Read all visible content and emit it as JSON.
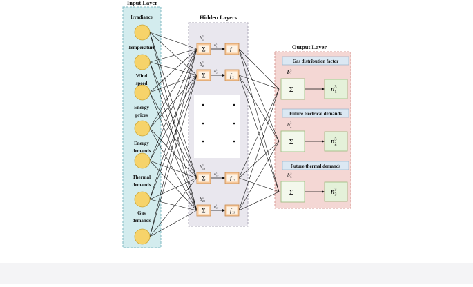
{
  "input_layer": {
    "title": "Input Layer",
    "labels": [
      "Irradiance",
      "Temperature",
      "Wind",
      "speed",
      "Energy",
      "prices",
      "Energy",
      "demands",
      "Thermal",
      "demands",
      "Gas",
      "demands"
    ]
  },
  "hidden_layers": {
    "title": "Hidden Layers",
    "neurons": [
      {
        "bias": "b",
        "bias_sup": "1",
        "bias_sub": "1",
        "sum": "Σ",
        "n": "n",
        "n_sup": "1",
        "n_sub": "1",
        "f": "f",
        "f_sub": "1"
      },
      {
        "bias": "b",
        "bias_sup": "1",
        "bias_sub": "2",
        "sum": "Σ",
        "n": "n",
        "n_sup": "1",
        "n_sub": "2",
        "f": "f",
        "f_sub": "2"
      },
      {
        "bias": "b",
        "bias_sup": "1",
        "bias_sub": "19",
        "sum": "Σ",
        "n": "n",
        "n_sup": "1",
        "n_sub": "19",
        "f": "f",
        "f_sub": "19"
      },
      {
        "bias": "b",
        "bias_sup": "1",
        "bias_sub": "20",
        "sum": "Σ",
        "n": "n",
        "n_sup": "1",
        "n_sub": "20",
        "f": "f",
        "f_sub": "20"
      }
    ]
  },
  "output_layer": {
    "title": "Output Layer",
    "blocks": [
      {
        "title": "Gas distribution factor",
        "bias": "b",
        "bias_sup": "3",
        "bias_sub": "1",
        "sum": "Σ",
        "n": "n",
        "n_sup": "3",
        "n_sub": "1"
      },
      {
        "title": "Future electrical demands",
        "bias": "b",
        "bias_sup": "3",
        "bias_sub": "2",
        "sum": "Σ",
        "n": "n",
        "n_sup": "3",
        "n_sub": "2"
      },
      {
        "title": "Future thermal demands",
        "bias": "b",
        "bias_sup": "3",
        "bias_sub": "3",
        "sum": "Σ",
        "n": "n",
        "n_sup": "3",
        "n_sub": "3"
      }
    ]
  },
  "colors": {
    "input_panel": "#d3ecee",
    "hidden_panel": "#e9e7ee",
    "output_panel": "#f4d7d4",
    "node_fill": "#f6d36a",
    "sum_box": "#f7c89a",
    "sum_inner": "#fdf3e6",
    "output_box": "#e4f1d9",
    "title_box": "#dbe8f3"
  }
}
